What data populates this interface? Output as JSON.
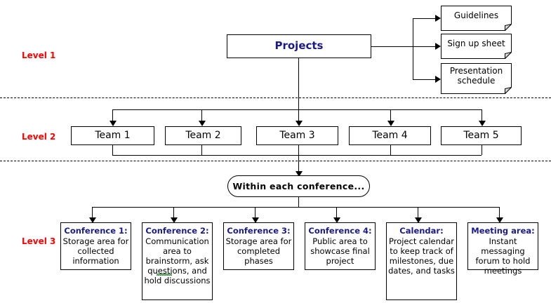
{
  "diagram": {
    "title_root": "Projects",
    "levels": [
      {
        "id": "level-1",
        "label": "Level 1"
      },
      {
        "id": "level-2",
        "label": "Level 2"
      },
      {
        "id": "level-3",
        "label": "Level 3"
      }
    ],
    "colors": {
      "level_label": "#ff0000",
      "node_title": "#1a1a8c",
      "body_text": "#000000",
      "line": "#000000",
      "spellcheck": "#2e7d32",
      "background": "#ffffff"
    },
    "documents": [
      {
        "id": "doc-guidelines",
        "label": "Guidelines"
      },
      {
        "id": "doc-sign-up-sheet",
        "label": "Sign up sheet"
      },
      {
        "id": "doc-presentation-schedule",
        "label": "Presentation schedule"
      }
    ],
    "teams": [
      {
        "id": "team-1",
        "label": "Team 1"
      },
      {
        "id": "team-2",
        "label": "Team 2"
      },
      {
        "id": "team-3",
        "label": "Team 3"
      },
      {
        "id": "team-4",
        "label": "Team 4"
      },
      {
        "id": "team-5",
        "label": "Team 5"
      }
    ],
    "hub": {
      "id": "within-each-conference",
      "label": "Within each conference..."
    },
    "conferences": [
      {
        "id": "conference-1",
        "title": "Conference 1:",
        "body": "Storage area for collected information"
      },
      {
        "id": "conference-2",
        "title": "Conference 2:",
        "body": "Communication area to brainstorm, ask questions, and hold discussions"
      },
      {
        "id": "conference-3",
        "title": "Conference 3:",
        "body": "Storage area for completed phases"
      },
      {
        "id": "conference-4",
        "title": "Conference 4:",
        "body": "Public area to showcase final project"
      },
      {
        "id": "calendar",
        "title": "Calendar:",
        "body": "Project calendar to keep track of milestones, due dates, and tasks"
      },
      {
        "id": "meeting-area",
        "title": "Meeting area:",
        "body": "Instant messaging forum to hold meetings"
      }
    ]
  }
}
